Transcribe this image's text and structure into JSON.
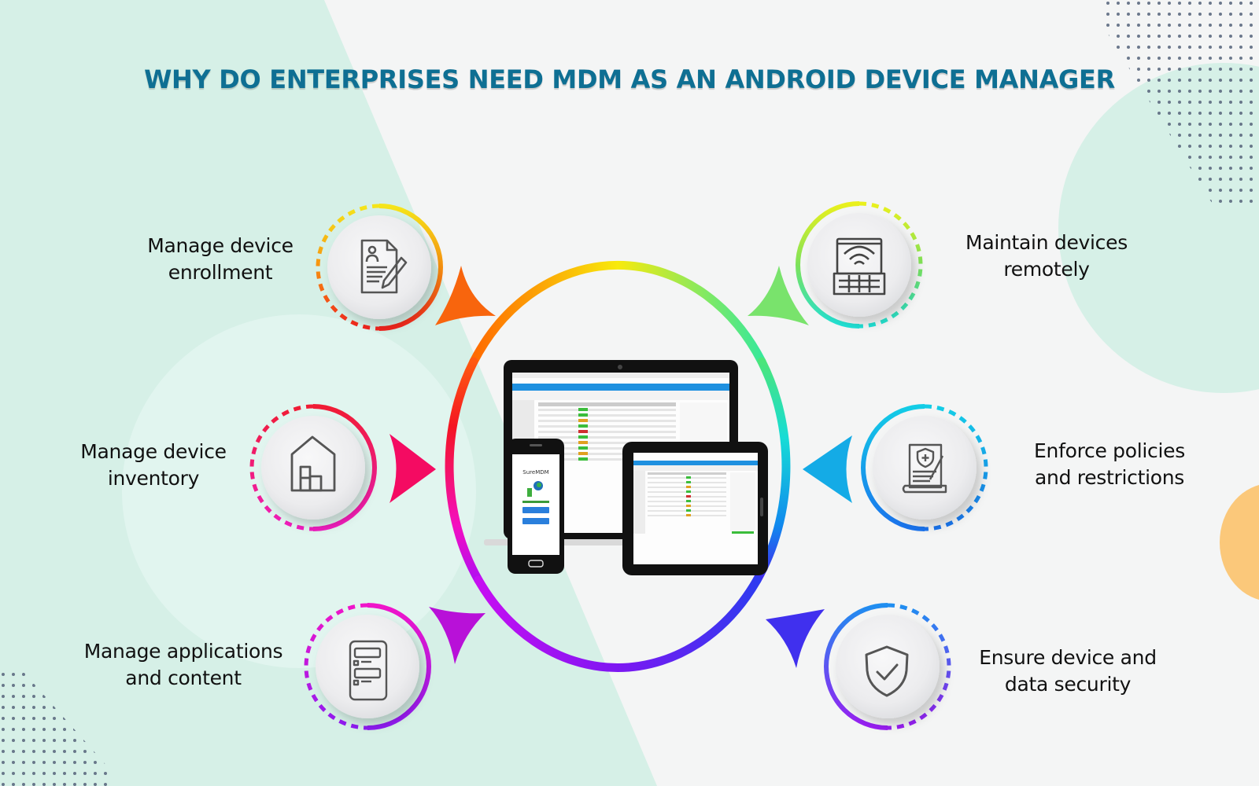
{
  "title": "WHY DO ENTERPRISES NEED MDM AS AN ANDROID DEVICE MANAGER",
  "colors": {
    "title": "#0e6f93",
    "mint_background": "#d6f0e7",
    "page_background": "#f4f5f5",
    "accent_orange_circle": "#fbc87a",
    "dots": "#5c6a80"
  },
  "center": {
    "description": "Laptop, phone and tablet showing MDM console",
    "phone_app_name": "SureMDM"
  },
  "features": [
    {
      "id": "enrollment",
      "side": "left",
      "line1": "Manage device",
      "line2": "enrollment",
      "icon": "document-pen-icon",
      "ring_from": "#f5e51a",
      "ring_to": "#f0221d",
      "arrow_color": "#f8650d"
    },
    {
      "id": "inventory",
      "side": "left",
      "line1": "Manage device",
      "line2": "inventory",
      "icon": "warehouse-icon",
      "ring_from": "#f01c34",
      "ring_to": "#f01dc0",
      "arrow_color": "#f40b62"
    },
    {
      "id": "applications",
      "side": "left",
      "line1": "Manage applications",
      "line2": "and content",
      "icon": "app-screen-icon",
      "ring_from": "#f015c9",
      "ring_to": "#8e1bf2",
      "arrow_color": "#b811d8"
    },
    {
      "id": "remote",
      "side": "right",
      "line1": "Maintain devices",
      "line2": "remotely",
      "icon": "laptop-wifi-icon",
      "ring_from": "#eaf01c",
      "ring_to": "#1fe0d6",
      "arrow_color": "#79e36c"
    },
    {
      "id": "policies",
      "side": "right",
      "line1": "Enforce policies",
      "line2": "and restrictions",
      "icon": "policy-document-icon",
      "ring_from": "#13cde6",
      "ring_to": "#1a73ee",
      "arrow_color": "#14abe6"
    },
    {
      "id": "security",
      "side": "right",
      "line1": "Ensure device and",
      "line2": "data security",
      "icon": "shield-check-icon",
      "ring_from": "#1f8ef0",
      "ring_to": "#9a1df2",
      "arrow_color": "#4030ee"
    }
  ]
}
